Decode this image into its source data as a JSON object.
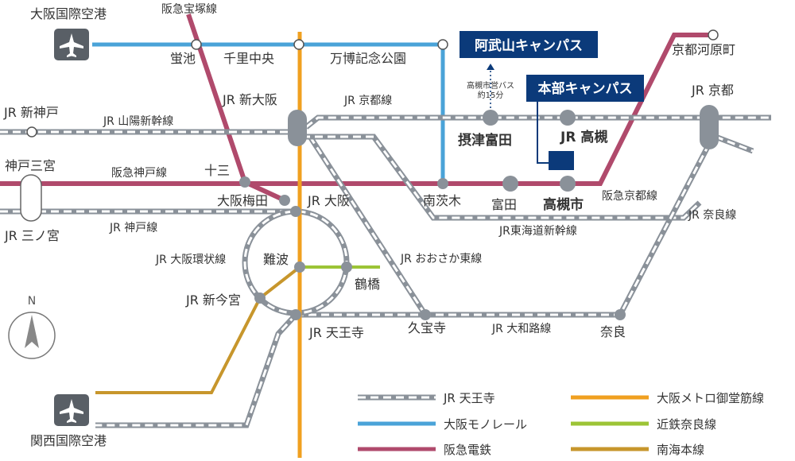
{
  "colors": {
    "jr": "#8a9199",
    "monorail": "#4aa3d8",
    "hankyu": "#b04a6c",
    "midosuji": "#f0a020",
    "kintetsu": "#9cc436",
    "nankai": "#c7962c",
    "campus_navy": "#0b3a7a",
    "text": "#333333"
  },
  "stations": {
    "itami_airport": "大阪国際空港",
    "hotarugaike": "蛍池",
    "senri_chuo": "千里中央",
    "banpaku": "万博記念公園",
    "kyoto_kawaramachi": "京都河原町",
    "jr_shinosaka": "JR 新大阪",
    "jr_shinkobe": "JR 新神戸",
    "jr_kyoto": "JR 京都",
    "settsu_tonda": "摂津富田",
    "jr_takatsuki": "JR 高槻",
    "kobe_sannomiya": "神戸三宮",
    "juso": "十三",
    "osaka_umeda": "大阪梅田",
    "jr_osaka": "JR 大阪",
    "minami_ibaraki": "南茨木",
    "tonda": "富田",
    "takatsuki_shi": "高槻市",
    "jr_sannomiya": "JR 三ノ宮",
    "namba": "難波",
    "tsuruhashi": "鶴橋",
    "jr_shinimamiya": "JR 新今宮",
    "jr_tennoji": "JR 天王寺",
    "kyuhoji": "久宝寺",
    "nara": "奈良",
    "kansai_airport": "関西国際空港"
  },
  "lines": {
    "hankyu_takarazuka": "阪急宝塚線",
    "jr_kyoto_line": "JR 京都線",
    "sanyo_shinkansen": "JR 山陽新幹線",
    "hankyu_kobe": "阪急神戸線",
    "hankyu_kyoto": "阪急京都線",
    "jr_kobe_line": "JR 神戸線",
    "tokaido_shinkansen": "JR東海道新幹線",
    "jr_nara_line": "JR 奈良線",
    "loop_line": "JR 大阪環状線",
    "osaka_higashi": "JR おおさか東線",
    "yamatoji": "JR 大和路線"
  },
  "campus": {
    "abuyama": "阿武山キャンパス",
    "main": "本部キャンパス",
    "bus_note_1": "高槻市営バス",
    "bus_note_2": "約15分"
  },
  "compass": {
    "label": "N"
  },
  "legend": {
    "jr": "JR 天王寺",
    "monorail": "大阪モノレール",
    "hankyu": "阪急電鉄",
    "midosuji": "大阪メトロ御堂筋線",
    "kintetsu": "近鉄奈良線",
    "nankai": "南海本線"
  }
}
